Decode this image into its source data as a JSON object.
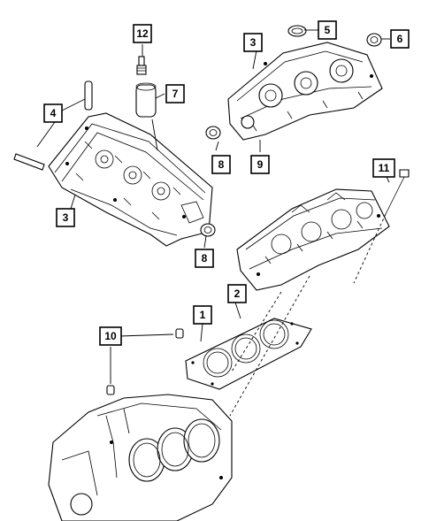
{
  "callouts": {
    "c1": "1",
    "c2": "2",
    "c3a": "3",
    "c3b": "3",
    "c4": "4",
    "c5": "5",
    "c6": "6",
    "c7": "7",
    "c8a": "8",
    "c8b": "8",
    "c9": "9",
    "c10": "10",
    "c11": "11",
    "c12": "12"
  }
}
